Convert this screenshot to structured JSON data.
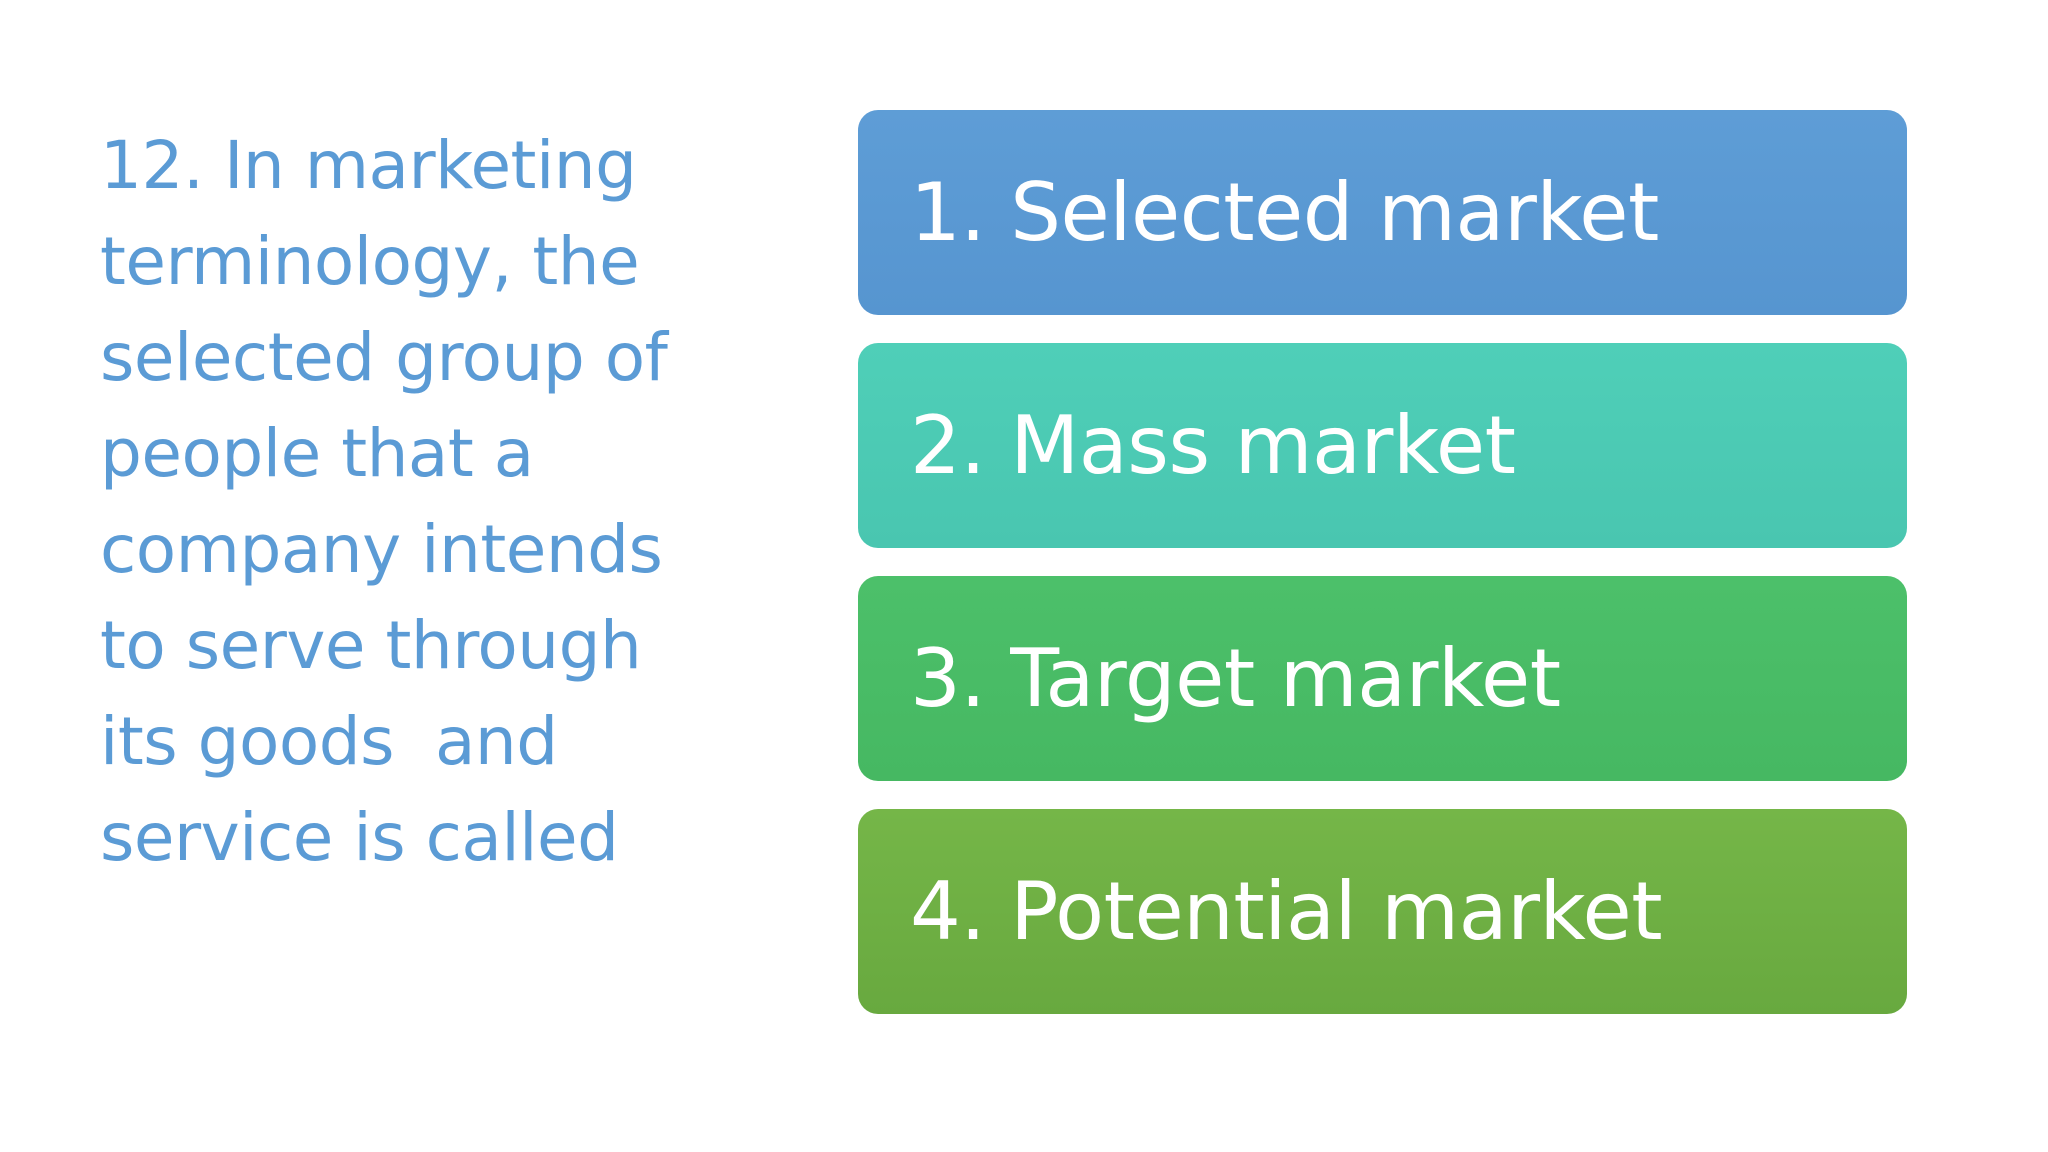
{
  "slide": {
    "background_color": "#FFFFFF",
    "question": {
      "number": "12.",
      "text": "12. In marketing terminology, the selected group of people that a company intends to serve through its goods  and service is called",
      "color": "#5B9BD5"
    },
    "options": [
      {
        "label": "1. Selected market",
        "number": "1.",
        "answer": "Selected market",
        "color": "#5B9BD5",
        "text_color": "#FFFFFF"
      },
      {
        "label": "2. Mass market",
        "number": "2.",
        "answer": "Mass market",
        "color": "#4DCBB5",
        "text_color": "#FFFFFF"
      },
      {
        "label": "3. Target market",
        "number": "3.",
        "answer": "Target market",
        "color": "#4BBC66",
        "text_color": "#FFFFFF"
      },
      {
        "label": "4. Potential market",
        "number": "4.",
        "answer": "Potential market",
        "color": "#6CAF44",
        "text_color": "#FFFFFF"
      }
    ]
  }
}
